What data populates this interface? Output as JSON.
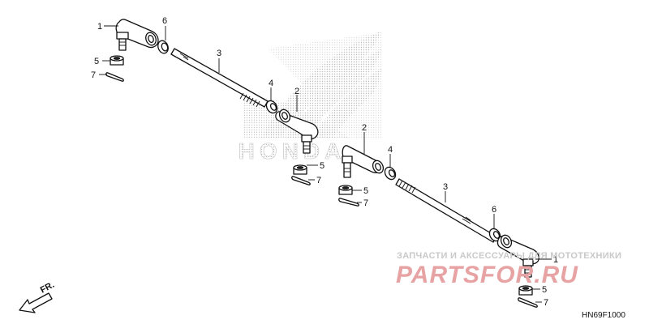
{
  "diagram": {
    "code": "HN69F1000",
    "direction_label": "FR.",
    "callouts": {
      "part1_left": "1",
      "part6_left": "6",
      "part5_left": "5",
      "part7_left": "7",
      "part3_left": "3",
      "part4_left": "4",
      "part2_left": "2",
      "part5_mid_left": "5",
      "part7_mid_left": "7",
      "part2_right": "2",
      "part4_right": "4",
      "part5_mid_right": "5",
      "part7_mid_right": "7",
      "part3_right": "3",
      "part6_right": "6",
      "part1_right": "1",
      "part5_right": "5",
      "part7_right": "7"
    }
  },
  "watermark": {
    "logo_text": "HONDA",
    "tagline": "ЗАПЧАСТИ И АКСЕССУАРЫ ДЛЯ МОТОТЕХНИКИ",
    "brand": "PARTSFOR.RU"
  },
  "colors": {
    "line": "#111111",
    "watermark_gray": "#c9c9c9",
    "watermark_red": "#e7a3a3"
  }
}
